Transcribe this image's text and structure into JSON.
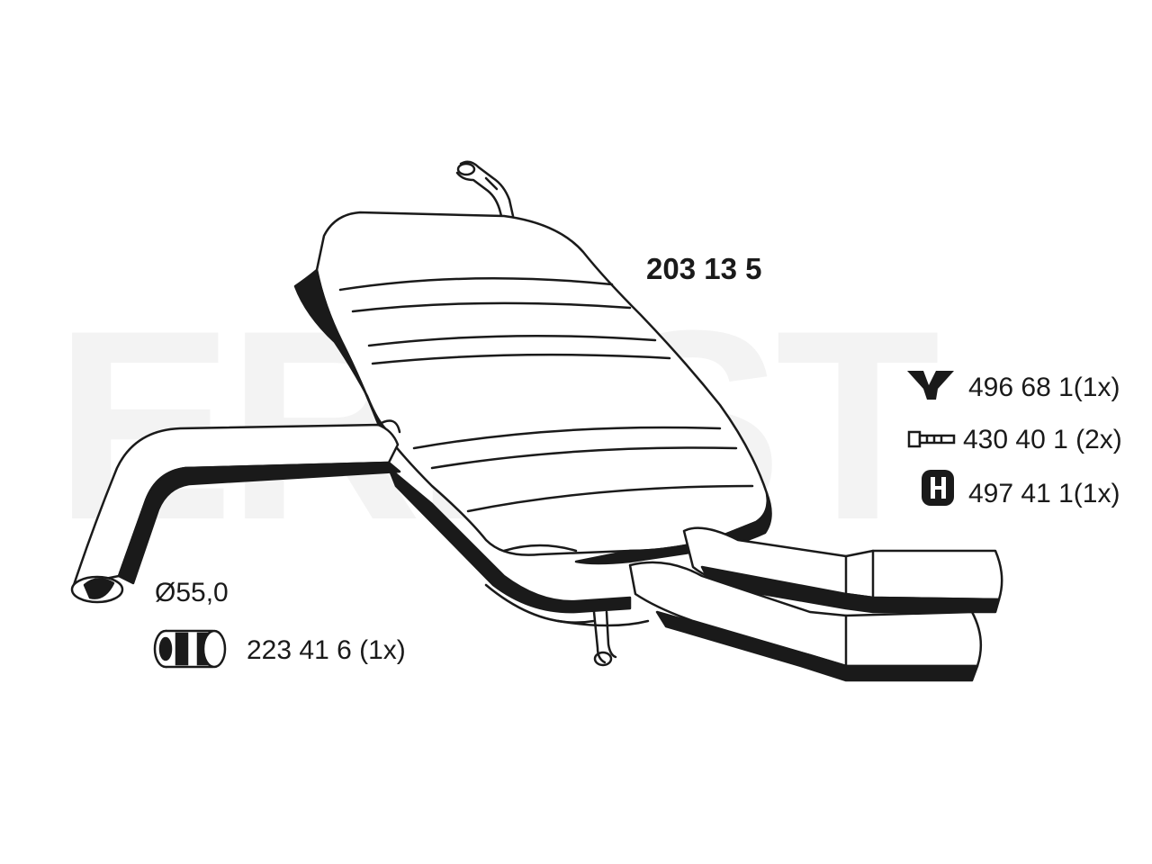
{
  "watermark": "ERNST",
  "part_number": "203 13 5",
  "diameter_label": "Ø55,0",
  "accessories": [
    {
      "icon": "rubber-mount-y-icon",
      "code": "496 68 1(1x)"
    },
    {
      "icon": "bolt-icon",
      "code": "430 40 1 (2x)"
    },
    {
      "icon": "rubber-hanger-icon",
      "code": "497 41 1(1x)"
    },
    {
      "icon": "pipe-clamp-icon",
      "code": "223 41 6 (1x)"
    }
  ]
}
